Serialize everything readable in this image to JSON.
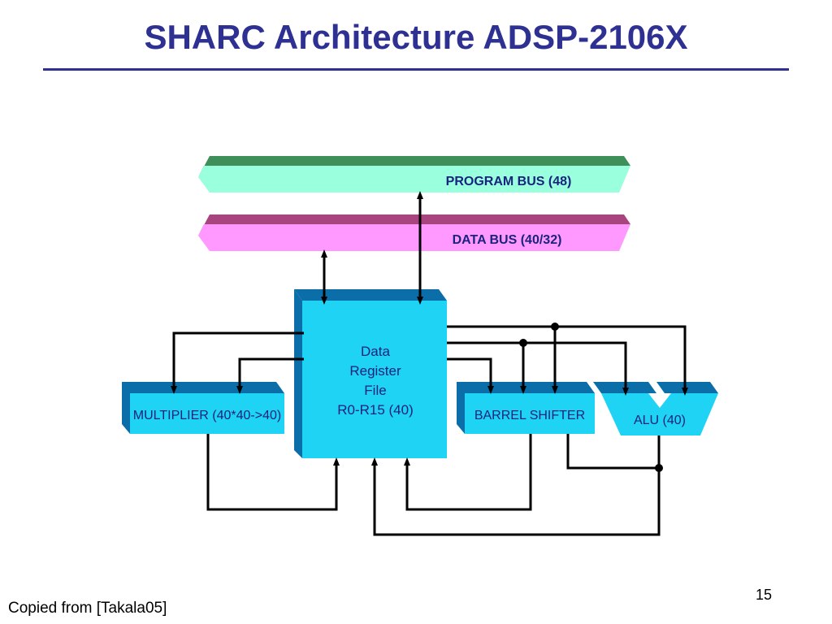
{
  "slide": {
    "title": "SHARC Architecture ADSP-2106X",
    "page_number": "15",
    "footer": "Copied from [Takala05]"
  },
  "diagram": {
    "program_bus": {
      "label": "PROGRAM BUS (48)",
      "color": "#99ffdd",
      "shadow": "#3f8f5a"
    },
    "data_bus": {
      "label": "DATA BUS (40/32)",
      "color": "#ff99ff",
      "shadow": "#a8457e"
    },
    "register_file": {
      "lines": [
        "Data",
        "Register",
        "File",
        "R0-R15 (40)"
      ],
      "color": "#1fd3f5",
      "shadow": "#0b6ea8"
    },
    "multiplier": {
      "label": "MULTIPLIER (40*40->40)"
    },
    "barrel_shifter": {
      "label": "BARREL SHIFTER"
    },
    "alu": {
      "label": "ALU (40)"
    },
    "unit_color": "#1fd3f5",
    "unit_shadow": "#0b6ea8",
    "wire_color": "#000000"
  }
}
